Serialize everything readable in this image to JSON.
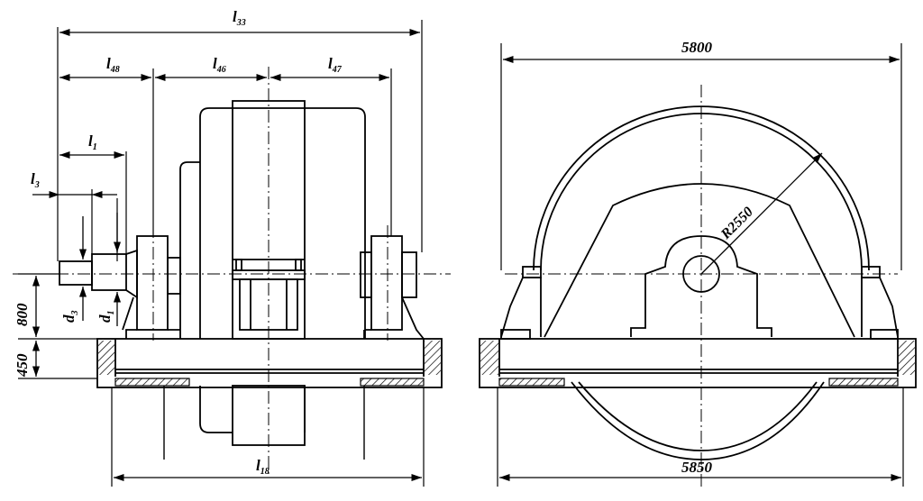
{
  "left_view": {
    "dims": {
      "l33": {
        "main": "l",
        "sub": "33"
      },
      "l48": {
        "main": "l",
        "sub": "48"
      },
      "l46": {
        "main": "l",
        "sub": "46"
      },
      "l47": {
        "main": "l",
        "sub": "47"
      },
      "l1": {
        "main": "l",
        "sub": "1"
      },
      "l3": {
        "main": "l",
        "sub": "3"
      },
      "d3": {
        "main": "d",
        "sub": "3"
      },
      "d1": {
        "main": "d",
        "sub": "1"
      },
      "l18": {
        "main": "l",
        "sub": "18"
      },
      "h800": "800",
      "h450": "450"
    }
  },
  "right_view": {
    "dims": {
      "top_width": "5800",
      "bottom_width": "5850",
      "radius": "R2550"
    }
  },
  "colors": {
    "ink": "#000000",
    "paper": "#ffffff"
  }
}
